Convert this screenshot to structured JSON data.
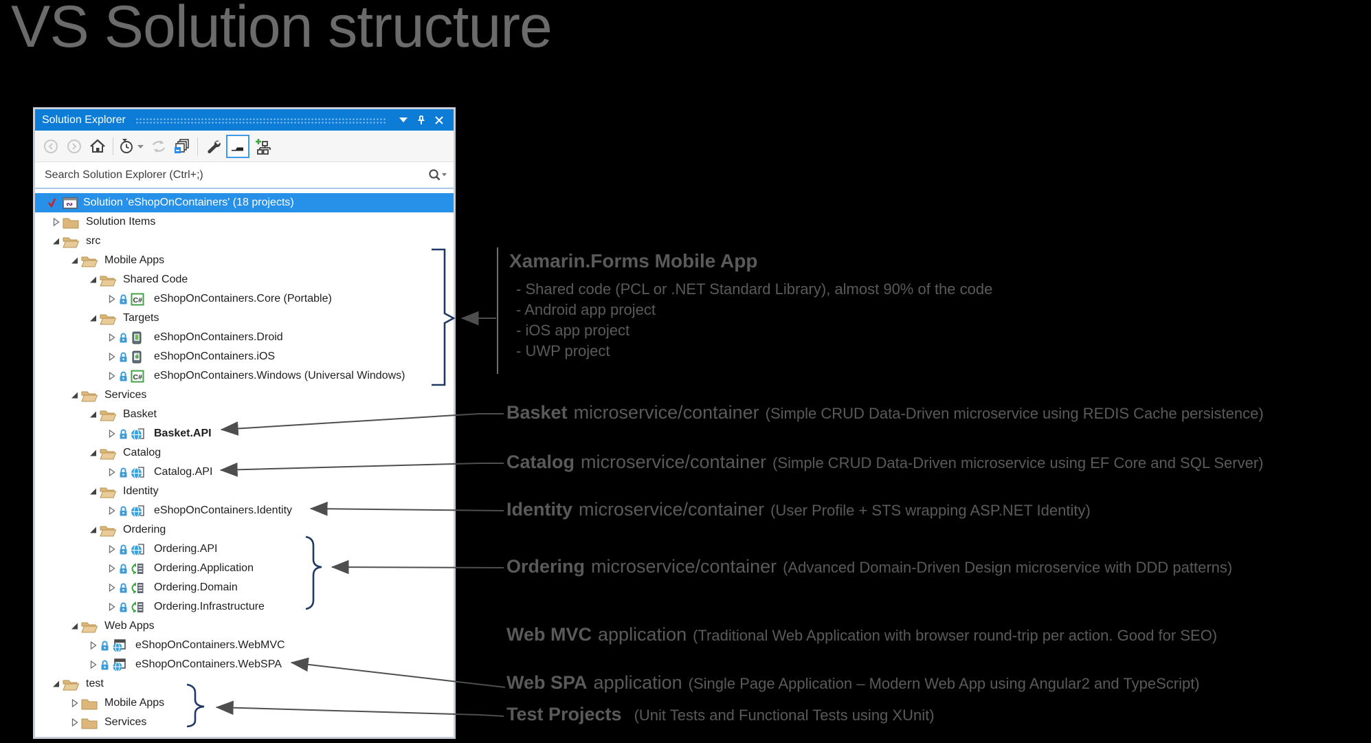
{
  "page": {
    "title": "VS Solution structure"
  },
  "colors": {
    "background": "#000000",
    "titlebar_blue": "#0c7cd6",
    "selection_blue": "#2790e9",
    "toggle_accent_blue": "#3e9ae8",
    "brace_navy": "#1f3864",
    "callout_gray": "#4e4e4e",
    "annotation_gray": "#5a5a5a",
    "folder_tan": "#dcb67a"
  },
  "panel": {
    "title": "Solution Explorer",
    "titlebar_icons": [
      "window-position-dropdown-icon",
      "pin-icon",
      "close-icon"
    ],
    "toolbar_icons": [
      "back-circle-icon",
      "forward-circle-icon",
      "home-icon",
      "clock-filter-dropdown-icon",
      "sync-arrows-icon",
      "collapse-all-icon",
      "wrench-icon",
      "show-all-files-icon",
      "org-chart-plus-icon"
    ],
    "search": {
      "placeholder": "Search Solution Explorer (Ctrl+;)",
      "value": "",
      "icon": "magnifier-icon"
    }
  },
  "tree": {
    "rows": [
      {
        "depth": 0,
        "expand": "none",
        "icon": "solution",
        "check": true,
        "selected": true,
        "label": "Solution 'eShopOnContainers' (18 projects)"
      },
      {
        "depth": 1,
        "expand": "collapsed",
        "icon": "folder-closed",
        "label": "Solution Items"
      },
      {
        "depth": 1,
        "expand": "expanded",
        "icon": "folder-open",
        "label": "src"
      },
      {
        "depth": 2,
        "expand": "expanded",
        "icon": "folder-open",
        "label": "Mobile Apps"
      },
      {
        "depth": 3,
        "expand": "expanded",
        "icon": "folder-open",
        "label": "Shared Code"
      },
      {
        "depth": 4,
        "expand": "collapsed",
        "lock": true,
        "icon": "csharp",
        "label": "eShopOnContainers.Core (Portable)"
      },
      {
        "depth": 3,
        "expand": "expanded",
        "icon": "folder-open",
        "label": "Targets"
      },
      {
        "depth": 4,
        "expand": "collapsed",
        "lock": true,
        "icon": "android",
        "label": "eShopOnContainers.Droid"
      },
      {
        "depth": 4,
        "expand": "collapsed",
        "lock": true,
        "icon": "ios",
        "label": "eShopOnContainers.iOS"
      },
      {
        "depth": 4,
        "expand": "collapsed",
        "lock": true,
        "icon": "csharp",
        "label": "eShopOnContainers.Windows (Universal Windows)"
      },
      {
        "depth": 2,
        "expand": "expanded",
        "icon": "folder-open",
        "label": "Services"
      },
      {
        "depth": 3,
        "expand": "expanded",
        "icon": "folder-open",
        "label": "Basket"
      },
      {
        "depth": 4,
        "expand": "collapsed",
        "lock": true,
        "icon": "globe",
        "bold": true,
        "label": "Basket.API"
      },
      {
        "depth": 3,
        "expand": "expanded",
        "icon": "folder-open",
        "label": "Catalog"
      },
      {
        "depth": 4,
        "expand": "collapsed",
        "lock": true,
        "icon": "globe",
        "label": "Catalog.API"
      },
      {
        "depth": 3,
        "expand": "expanded",
        "icon": "folder-open",
        "label": "Identity"
      },
      {
        "depth": 4,
        "expand": "collapsed",
        "lock": true,
        "icon": "globe",
        "label": "eShopOnContainers.Identity"
      },
      {
        "depth": 3,
        "expand": "expanded",
        "icon": "folder-open",
        "label": "Ordering"
      },
      {
        "depth": 4,
        "expand": "collapsed",
        "lock": true,
        "icon": "globe",
        "label": "Ordering.API"
      },
      {
        "depth": 4,
        "expand": "collapsed",
        "lock": true,
        "icon": "classlib",
        "label": "Ordering.Application"
      },
      {
        "depth": 4,
        "expand": "collapsed",
        "lock": true,
        "icon": "classlib",
        "label": "Ordering.Domain"
      },
      {
        "depth": 4,
        "expand": "collapsed",
        "lock": true,
        "icon": "classlib",
        "label": "Ordering.Infrastructure"
      },
      {
        "depth": 2,
        "expand": "expanded",
        "icon": "folder-open",
        "label": "Web Apps"
      },
      {
        "depth": 3,
        "expand": "collapsed",
        "lock": true,
        "icon": "globe-app",
        "label": "eShopOnContainers.WebMVC"
      },
      {
        "depth": 3,
        "expand": "collapsed",
        "lock": true,
        "icon": "globe-app",
        "label": "eShopOnContainers.WebSPA"
      },
      {
        "depth": 1,
        "expand": "expanded",
        "icon": "folder-open",
        "label": "test"
      },
      {
        "depth": 2,
        "expand": "collapsed",
        "icon": "folder-closed",
        "label": "Mobile Apps"
      },
      {
        "depth": 2,
        "expand": "collapsed",
        "icon": "folder-closed",
        "label": "Services"
      }
    ]
  },
  "annotations": {
    "xamarin": {
      "title": "Xamarin.Forms Mobile App",
      "bullets": [
        "- Shared code (PCL or .NET Standard Library), almost 90% of the code",
        "- Android app project",
        "- iOS app project",
        "- UWP project"
      ]
    },
    "items": [
      {
        "bold": "Basket",
        "mid": "microservice/container",
        "paren": "(Simple CRUD Data-Driven microservice using REDIS Cache persistence)"
      },
      {
        "bold": "Catalog",
        "mid": "microservice/container",
        "paren": "(Simple CRUD Data-Driven microservice using EF Core and SQL Server)"
      },
      {
        "bold": "Identity",
        "mid": "microservice/container",
        "paren": "(User Profile + STS wrapping ASP.NET Identity)"
      },
      {
        "bold": "Ordering",
        "mid": "microservice/container",
        "paren": "(Advanced Domain-Driven Design microservice with DDD patterns)"
      },
      {
        "bold": "Web MVC",
        "mid": "application",
        "paren": "(Traditional Web Application with browser round-trip per action. Good for SEO)"
      },
      {
        "bold": "Web SPA",
        "mid": "application",
        "paren": "(Single Page Application – Modern Web App using Angular2 and TypeScript)"
      },
      {
        "bold": "Test Projects",
        "mid": "",
        "paren": "(Unit Tests and Functional Tests using XUnit)"
      }
    ]
  }
}
